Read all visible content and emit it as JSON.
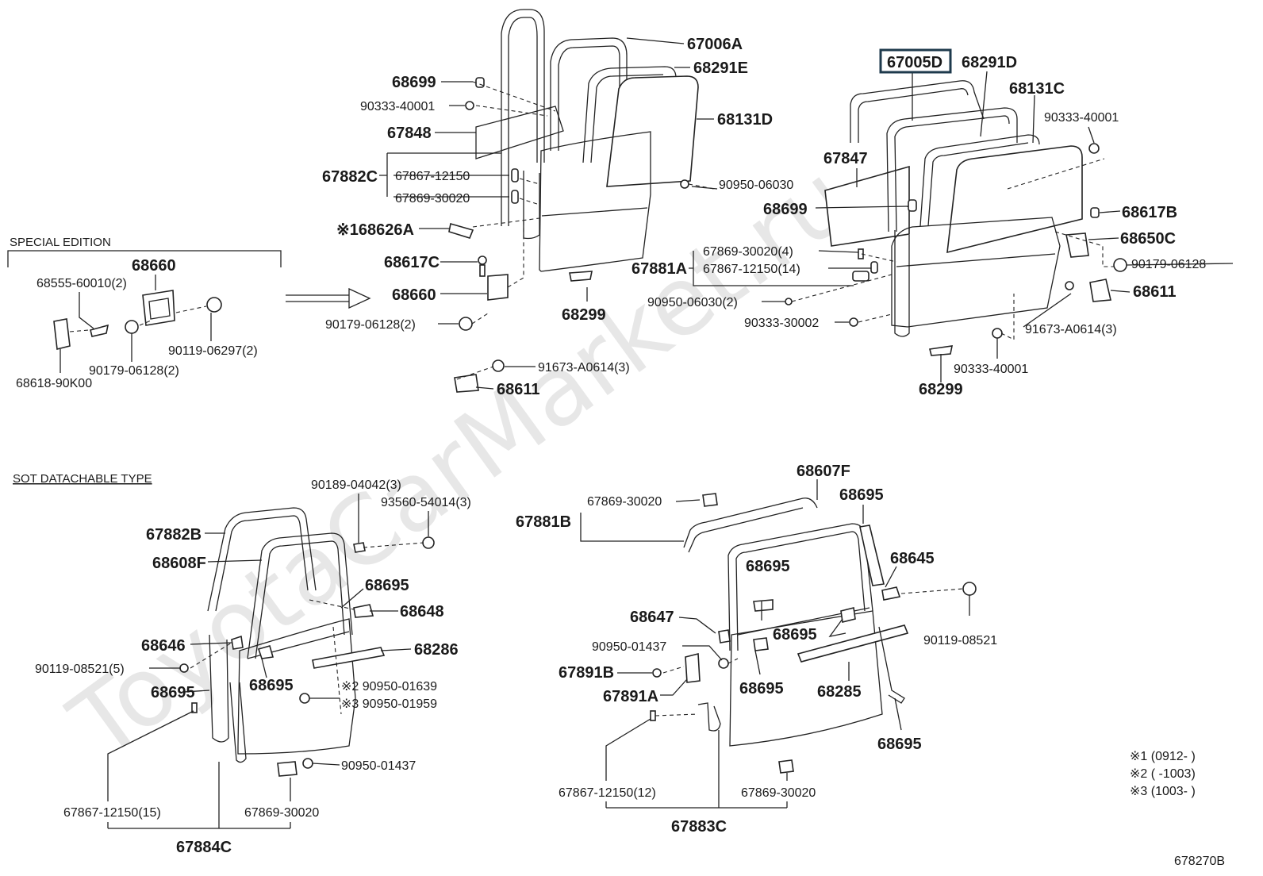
{
  "watermark": "ToyotaCarMarket.ru",
  "sections": {
    "special_edition": "SPECIAL EDITION",
    "sot_type": "SOT DATACHABLE TYPE"
  },
  "labels": {
    "p67006A": "67006A",
    "p68291E": "68291E",
    "p68131D": "68131D",
    "p68699_top": "68699",
    "p90333_40001_a": "90333-40001",
    "p67848": "67848",
    "p67882C": "67882C",
    "p67867_12150_a": "67867-12150",
    "p67869_30020_a": "67869-30020",
    "p90950_06030_a": "90950-06030",
    "p68626A": "※168626A",
    "p68617C": "68617C",
    "p68660_a": "68660",
    "p90179_06128_2": "90179-06128(2)",
    "p68299_a": "68299",
    "p91673_A0614_3_a": "91673-A0614(3)",
    "p68611_a": "68611",
    "p68660_b": "68660",
    "p68555_60010": "68555-60010(2)",
    "p90119_06297": "90119-06297(2)",
    "p90179_06128_2b": "90179-06128(2)",
    "p68618_90K00": "68618-90K00",
    "p67005D": "67005D",
    "p68291D": "68291D",
    "p68131C": "68131C",
    "p90333_40001_b": "90333-40001",
    "p67847": "67847",
    "p68699_right": "68699",
    "p68617B": "68617B",
    "p68650C": "68650C",
    "p67869_30020_4": "67869-30020(4)",
    "p67881A": "67881A",
    "p67867_12150_14": "67867-12150(14)",
    "p90179_06128_b": "90179-06128",
    "p68611_b": "68611",
    "p90950_06030_2": "90950-06030(2)",
    "p90333_30002": "90333-30002",
    "p91673_A0614_3_b": "91673-A0614(3)",
    "p68299_b": "68299",
    "p90333_40001_c": "90333-40001",
    "p90189_04042": "90189-04042(3)",
    "p93560_54014": "93560-54014(3)",
    "p67882B": "67882B",
    "p68608F": "68608F",
    "p68695_a": "68695",
    "p68648": "68648",
    "p68646": "68646",
    "p68286": "68286",
    "p90119_08521_5": "90119-08521(5)",
    "p68695_b": "68695",
    "p68695_c": "68695",
    "p90950_01639": "※2 90950-01639",
    "p90950_01959": "※3 90950-01959",
    "p90950_01437_a": "90950-01437",
    "p67867_12150_15": "67867-12150(15)",
    "p67869_30020_b": "67869-30020",
    "p67884C": "67884C",
    "p67869_30020_c": "67869-30020",
    "p67881B": "67881B",
    "p68607F": "68607F",
    "p68695_d": "68695",
    "p68695_e": "68695",
    "p68645": "68645",
    "p68647": "68647",
    "p90950_01437_b": "90950-01437",
    "p90119_08521": "90119-08521",
    "p68695_f": "68695",
    "p67891B": "67891B",
    "p68695_g": "68695",
    "p68285": "68285",
    "p67891A": "67891A",
    "p68695_h": "68695",
    "p67867_12150_12": "67867-12150(12)",
    "p67869_30020_d": "67869-30020",
    "p67883C": "67883C"
  },
  "notes": {
    "n1": "※1 (0912-    )",
    "n2": "※2 (    -1003)",
    "n3": "※3 (1003-    )"
  },
  "figure_id": "678270B",
  "highlight_color": "#1e3a4c"
}
